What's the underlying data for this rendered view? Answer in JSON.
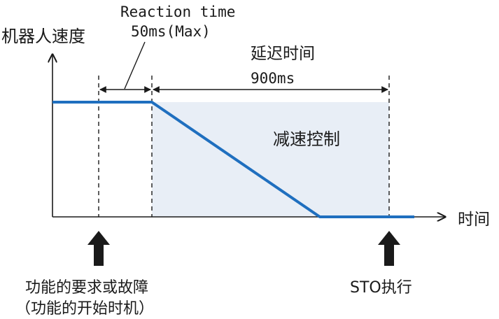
{
  "y_axis_label": "机器人速度",
  "x_axis_label": "时间",
  "reaction_label_line1": "Reaction time",
  "reaction_label_line2": "50ms(Max)",
  "delay_label": "延迟时间",
  "delay_value": "900ms",
  "region_label": "减速控制",
  "start_label_line1": "功能的要求或故障",
  "start_label_line2": "（功能的开始时机）",
  "sto_label": "STO执行",
  "colors": {
    "speed_line": "#1f6fbf",
    "region_fill": "#e8eef6",
    "axis": "#1a1a1a"
  }
}
